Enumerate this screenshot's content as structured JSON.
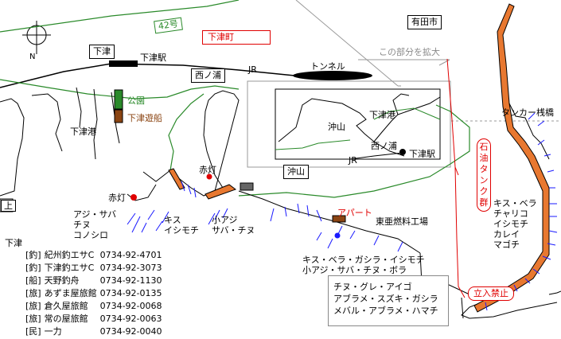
{
  "route_label": "42号",
  "town_label": "下津町",
  "city_label": "有田市",
  "zoom_note": "この部分を拡大",
  "station_area_box": "下津",
  "station": "下津駅",
  "nishinoura_box": "西ノ浦",
  "jr_label": "JR",
  "tunnel_label": "トンネル",
  "park_label": "公園",
  "boat_label": "下津遊船",
  "port_label": "下津港",
  "left_box": "上",
  "left_below": "下津",
  "inset": {
    "port": "下津港",
    "oki": "沖山",
    "nishi": "西ノ浦",
    "station": "下津駅",
    "oki_box": "沖山",
    "jr": "JR"
  },
  "tanker_pier": "タンカー桟橋",
  "oil_tank": "石油タンク群",
  "lighthouse_left": "赤灯",
  "lighthouse_mid": "赤灯",
  "apart": "アパート",
  "factory": "東亜燃料工場",
  "no_entry": "立入禁止",
  "fish": {
    "left": [
      "アジ・サバ",
      "チヌ",
      "コノシロ"
    ],
    "kisu": [
      "キス",
      "イシモチ"
    ],
    "mid": [
      "小アジ",
      "サバ・チヌ"
    ],
    "factory_below": [
      "キス・ベラ・ガシラ・イシモチ",
      "小アジ・サバ・チヌ・ボラ"
    ],
    "tank_side": [
      "キス・ベラ",
      "チャリコ",
      "イシモチ",
      "カレイ",
      "マゴチ"
    ],
    "bottom_box": [
      "チヌ・グレ・アイゴ",
      "アブラメ・スズキ・ガシラ",
      "メバル・アブラメ・ハマチ"
    ]
  },
  "directory": [
    {
      "type": "[釣]",
      "name": "紀州釣エサC",
      "phone": "0734-92-4701"
    },
    {
      "type": "[釣]",
      "name": "下津釣エサC",
      "phone": "0734-92-3073"
    },
    {
      "type": "[船]",
      "name": "天野釣舟",
      "phone": "0734-92-1130"
    },
    {
      "type": "[旅]",
      "name": "あずま屋旅館",
      "phone": "0734-92-0135"
    },
    {
      "type": "[旅]",
      "name": "倉久屋旅館",
      "phone": "0734-92-0068"
    },
    {
      "type": "[旅]",
      "name": "常の屋旅館",
      "phone": "0734-92-0063"
    },
    {
      "type": "[民]",
      "name": "一力",
      "phone": "0734-92-0040"
    }
  ],
  "colors": {
    "coast": "#000000",
    "road_green": "#2a8a2a",
    "boundary_red": "#e00000",
    "pier_orange": "#e87830",
    "grey_line": "#999999",
    "fishing_blue": "#1a1aff"
  }
}
